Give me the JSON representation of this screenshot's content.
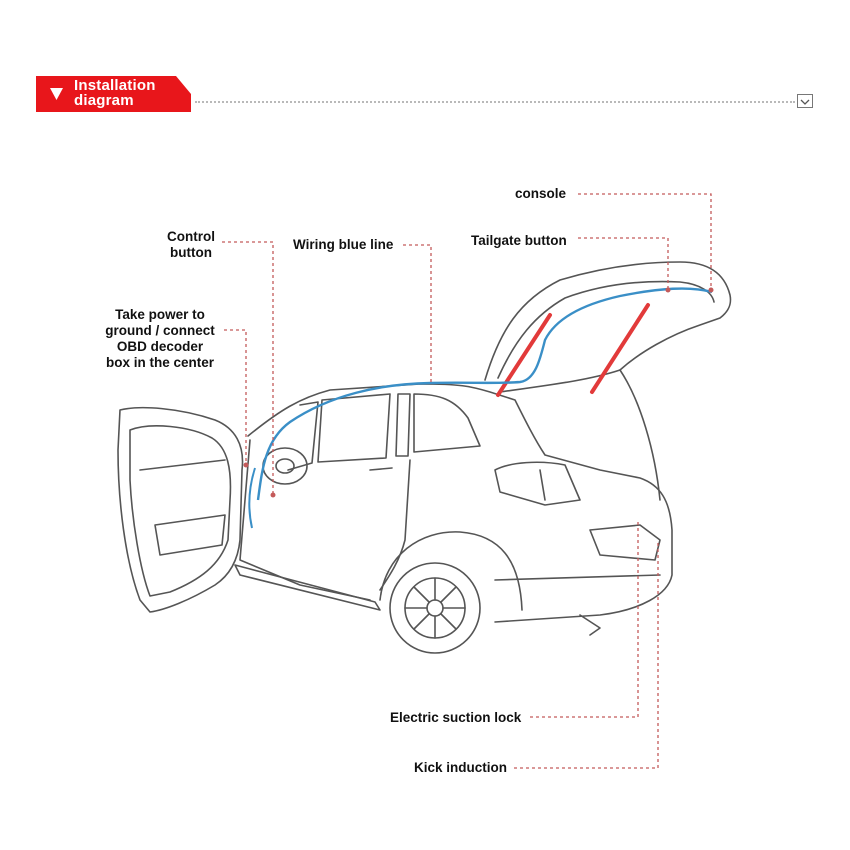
{
  "header": {
    "title_line1": "Installation",
    "title_line2": "diagram",
    "accent_color": "#e8161b",
    "collapse_icon": "chevron-down-icon"
  },
  "labels": {
    "console": "console",
    "control_button_l1": "Control",
    "control_button_l2": "button",
    "wiring_blue_line": "Wiring blue line",
    "tailgate_button": "Tailgate button",
    "take_power_l1": "Take power to",
    "take_power_l2": "ground / connect",
    "take_power_l3": "OBD decoder",
    "take_power_l4": "box in the center",
    "electric_suction_lock": "Electric suction lock",
    "kick_induction": "Kick induction"
  },
  "colors": {
    "wire": "#3a8fc7",
    "strut": "#e23a3a",
    "leader": "#c45a5a",
    "outline": "#555555"
  }
}
